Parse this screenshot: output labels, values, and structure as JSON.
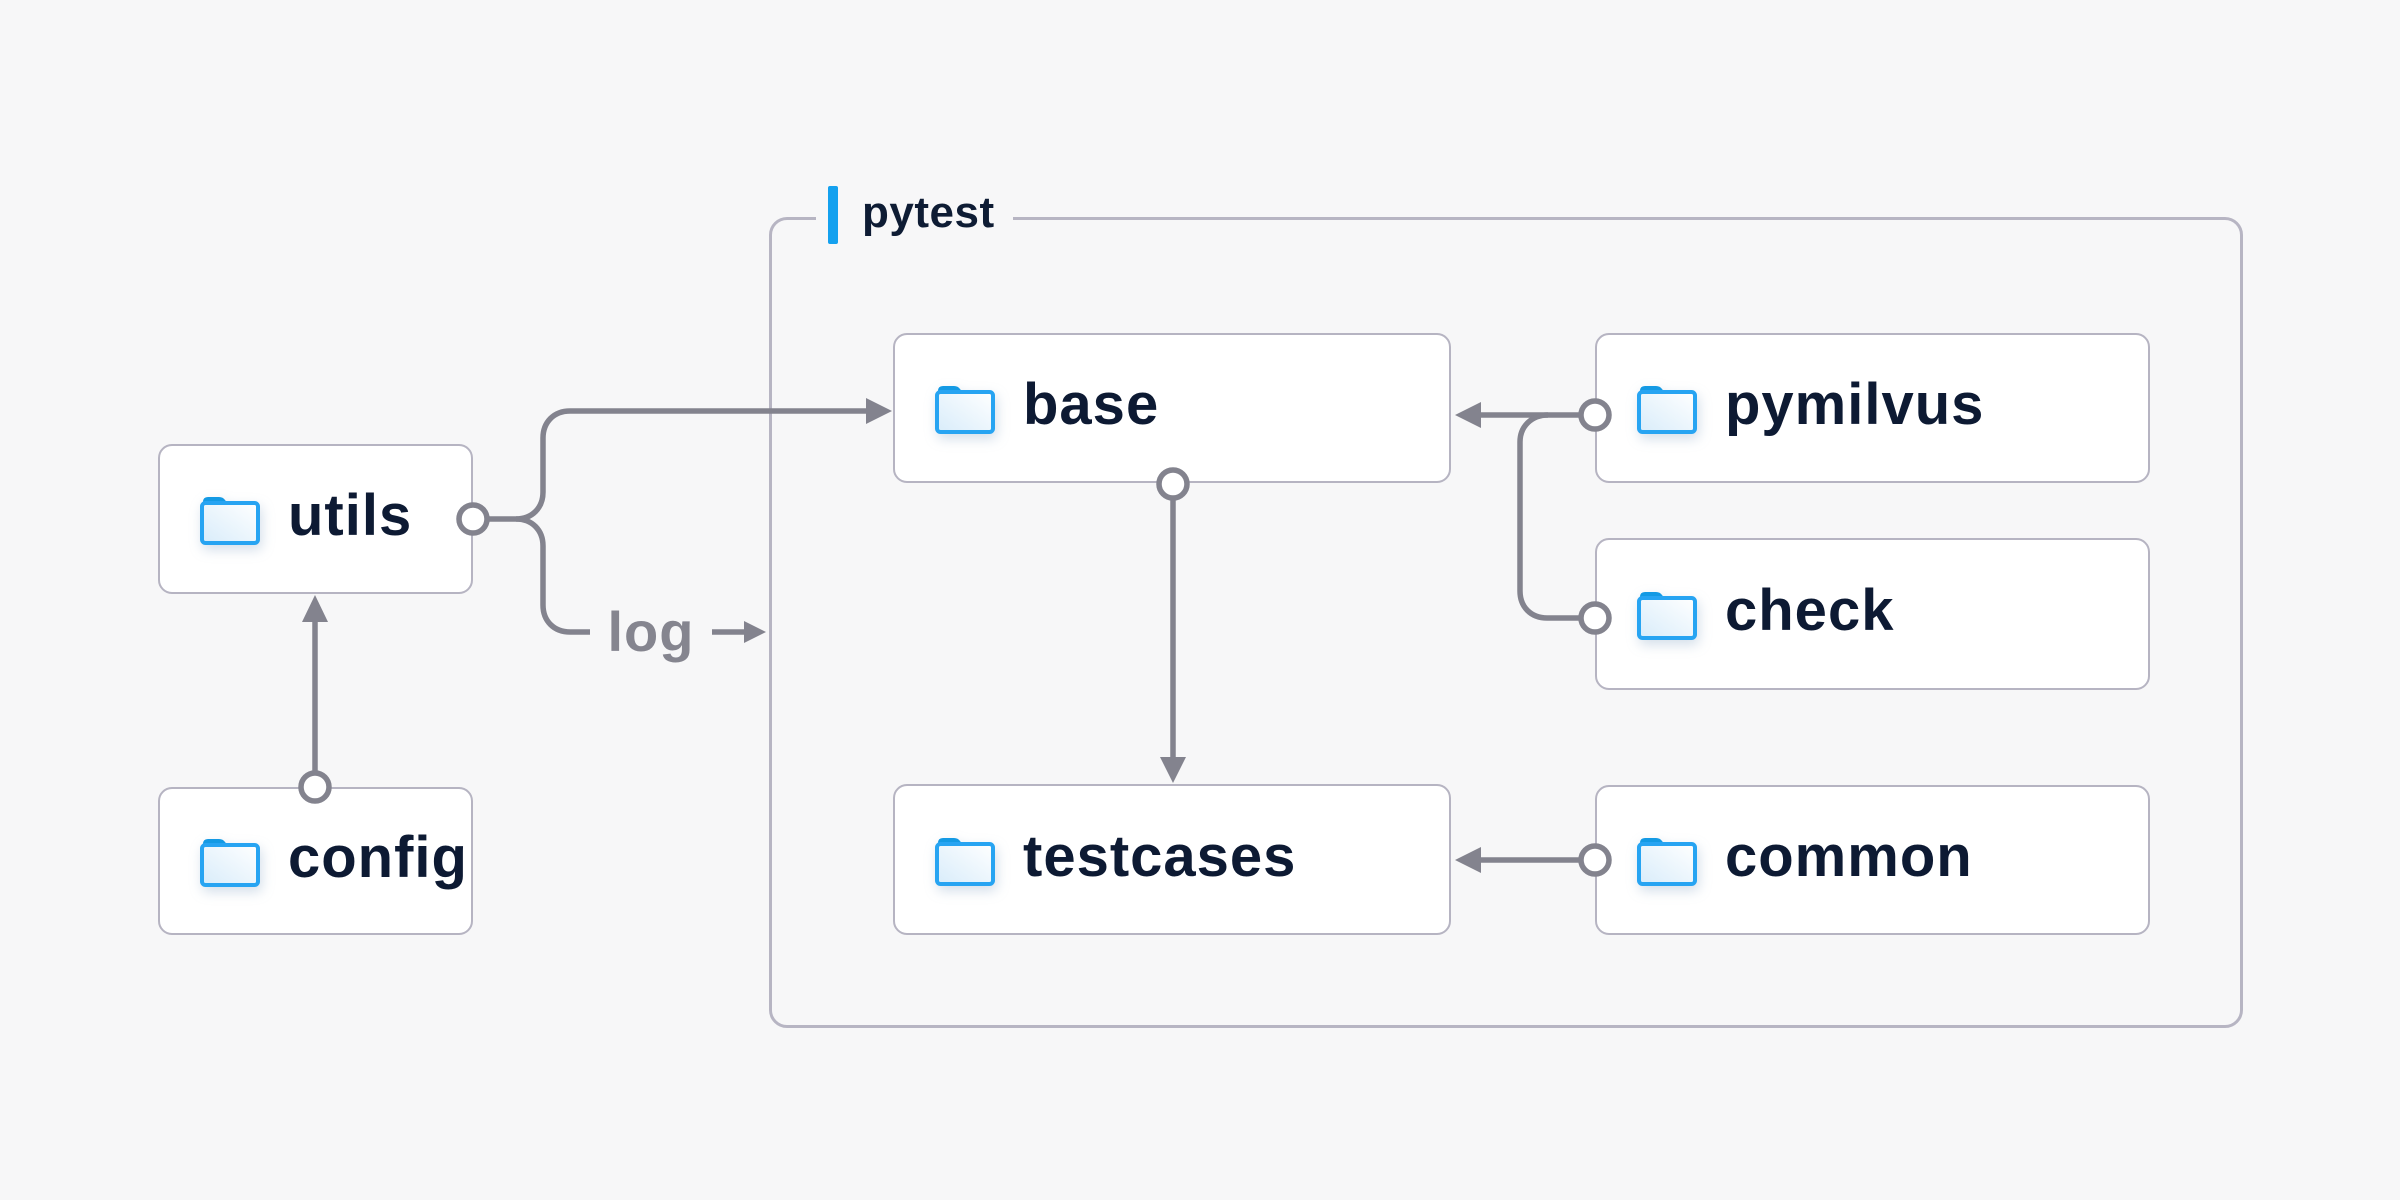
{
  "diagram": {
    "group": {
      "label": "pytest"
    },
    "nodes": {
      "utils": {
        "label": "utils"
      },
      "config": {
        "label": "config"
      },
      "base": {
        "label": "base"
      },
      "pymilvus": {
        "label": "pymilvus"
      },
      "check": {
        "label": "check"
      },
      "testcases": {
        "label": "testcases"
      },
      "common": {
        "label": "common"
      }
    },
    "edge_label": "log",
    "edges": [
      {
        "from": "config",
        "to": "utils"
      },
      {
        "from": "utils",
        "to": "base"
      },
      {
        "from": "utils",
        "to": "log",
        "note": "labeled branch pointing into pytest group"
      },
      {
        "from": "pymilvus",
        "to": "base"
      },
      {
        "from": "check",
        "to": "base"
      },
      {
        "from": "base",
        "to": "testcases"
      },
      {
        "from": "common",
        "to": "testcases"
      }
    ],
    "colors": {
      "background": "#f7f7f8",
      "node_fill": "#ffffff",
      "node_border": "#b6b4c2",
      "node_text": "#0d1a33",
      "connector": "#83838e",
      "accent_bar": "#14a1ef",
      "folder_blue": "#27a4f2"
    }
  }
}
